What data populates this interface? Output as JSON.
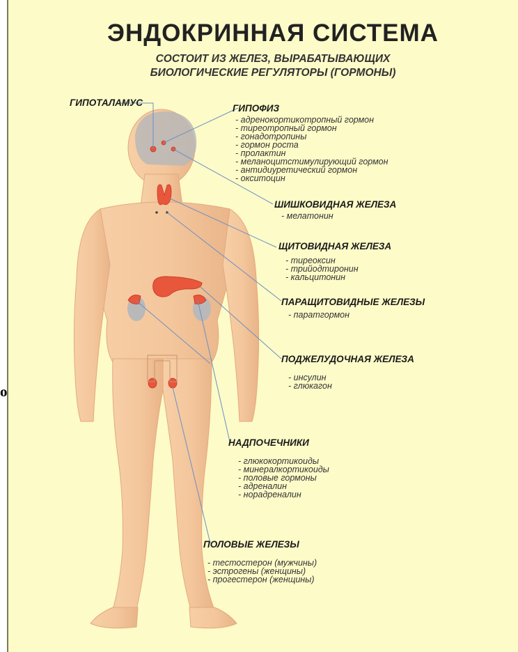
{
  "edge_mark": "о",
  "title": "ЭНДОКРИННАЯ СИСТЕМА",
  "subtitle_lines": [
    "СОСТОИТ ИЗ ЖЕЛЕЗ, ВЫРАБАТЫВАЮЩИХ",
    "БИОЛОГИЧЕСКИЕ РЕГУЛЯТОРЫ (ГОРМОНЫ)"
  ],
  "colors": {
    "background": "#fdfbc8",
    "body": "#f4c69c",
    "gland": "#e8563c",
    "pointer_line": "#6a8fc4"
  },
  "glands": {
    "hypothalamus": {
      "title": "ГИПОТАЛАМУС",
      "hormones": []
    },
    "pituitary": {
      "title": "ГИПОФИЗ",
      "hormones": [
        "- адренокортикотропный   гормон",
        "- тиреотропный гормон",
        "- гонадотропины",
        "- гормон роста",
        "- пролактин",
        "- меланоцитстимулирующий гормон",
        "- антидиуретический гормон",
        "- окситоцин"
      ]
    },
    "pineal": {
      "title": "ШИШКОВИДНАЯ ЖЕЛЕЗА",
      "hormones": [
        "- мелатонин"
      ]
    },
    "thyroid": {
      "title": "ЩИТОВИДНАЯ ЖЕЛЕЗА",
      "hormones": [
        "- тиреоксин",
        "- трийодтиронин",
        "- кальцитонин"
      ]
    },
    "parathyroid": {
      "title": "ПАРАЩИТОВИДНЫЕ ЖЕЛЕЗЫ",
      "hormones": [
        "- паратгормон"
      ]
    },
    "pancreas": {
      "title": "ПОДЖЕЛУДОЧНАЯ ЖЕЛЕЗА",
      "hormones": [
        "- инсулин",
        "- глюкагон"
      ]
    },
    "adrenals": {
      "title": "НАДПОЧЕЧНИКИ",
      "hormones": [
        "- глюкокортикоиды",
        "- минералкортикоиды",
        "- половые гормоны",
        "- адреналин",
        "- норадреналин"
      ]
    },
    "gonads": {
      "title": "ПОЛОВЫЕ ЖЕЛЕЗЫ",
      "hormones": [
        "- тестостерон (мужчины)",
        "- эстрогены (женщины)",
        "- прогестерон (женщины)"
      ]
    }
  }
}
